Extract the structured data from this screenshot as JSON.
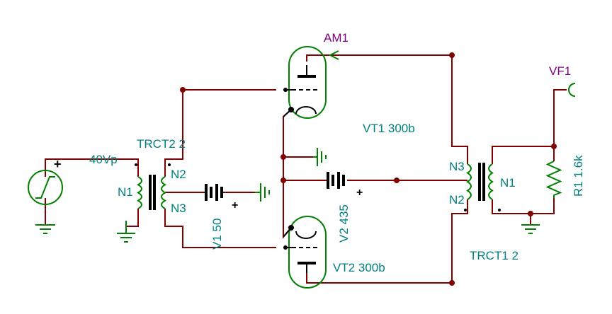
{
  "colors": {
    "wire": "#800000",
    "part": "#008000",
    "ink": "#000000",
    "label": "#008080",
    "meter": "#800080"
  },
  "meters": {
    "am1": "AM1",
    "vf1": "VF1"
  },
  "source": {
    "amplitude": "40Vp",
    "polarity": "+"
  },
  "input_transformer": {
    "name": "TRCT2 2",
    "n1": "N1",
    "n2": "N2",
    "n3": "N3"
  },
  "output_transformer": {
    "name": "TRCT1 2",
    "n1": "N1",
    "n2": "N2",
    "n3": "N3"
  },
  "tubes": {
    "upper": "VT1 300b",
    "lower": "VT2 300b"
  },
  "batteries": {
    "bias": {
      "name": "V1 50",
      "polarity": "+"
    },
    "plate": {
      "name": "V2 435",
      "polarity": "+"
    }
  },
  "load": {
    "name": "R1 1.6k"
  }
}
